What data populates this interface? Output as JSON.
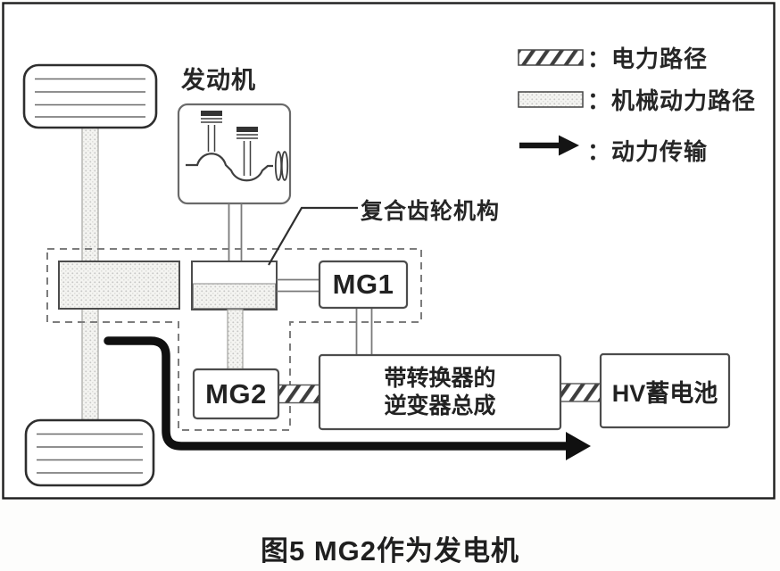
{
  "colors": {
    "line_dark": "#2e2e2e",
    "box_border": "#4c4c4c",
    "arrow_black": "#101010",
    "hatch_dark": "#3d3d3d",
    "stipple_gray": "#c7c7c5",
    "text": "#262626"
  },
  "engine": {
    "label": "发动机"
  },
  "gear_mechanism": {
    "label": "复合齿轮机构"
  },
  "components": {
    "mg1": "MG1",
    "mg2": "MG2",
    "inverter_line1": "带转换器的",
    "inverter_line2": "逆变器总成",
    "battery": "HV蓄电池"
  },
  "legend": {
    "electric_path": "：电力路径",
    "mechanical_path": "：机械动力路径",
    "power_transmission": "：动力传输"
  },
  "caption": "图5 MG2作为发电机"
}
